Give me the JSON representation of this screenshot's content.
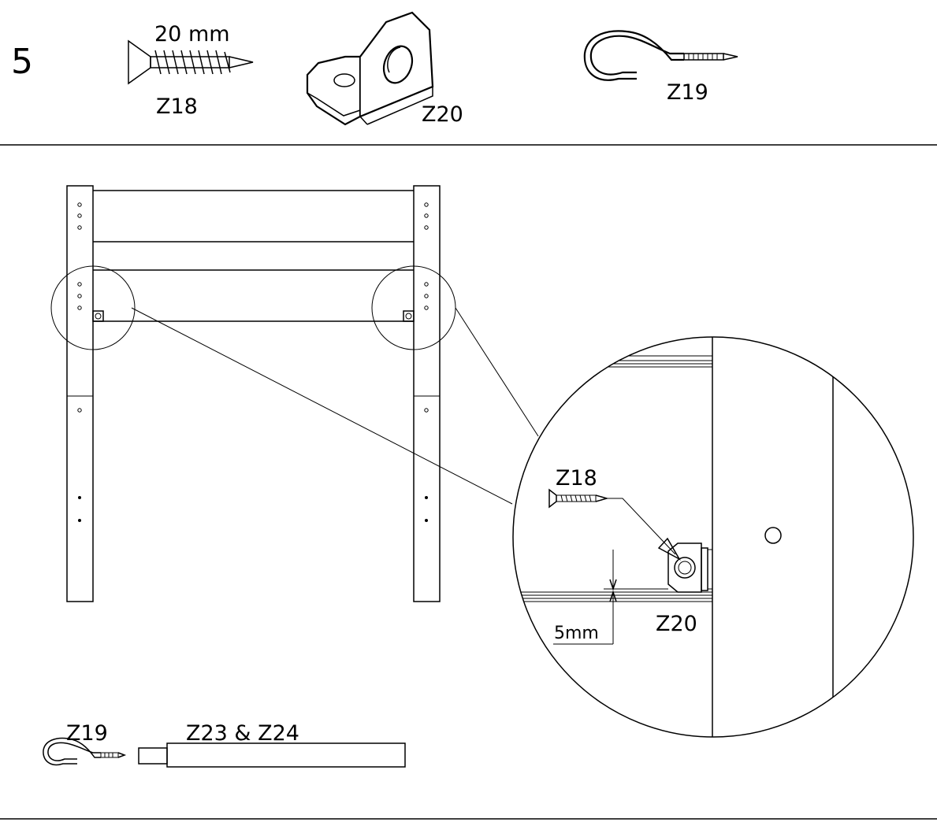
{
  "step": {
    "number": "5"
  },
  "parts": {
    "screw": {
      "size": "20  mm",
      "code": "Z18",
      "icon": "wood-screw-icon"
    },
    "bracket": {
      "code": "Z20",
      "icon": "angle-bracket-icon"
    },
    "hook": {
      "code": "Z19",
      "icon": "screw-hook-icon"
    }
  },
  "detail": {
    "screw_label": "Z18",
    "bracket_label": "Z20",
    "gap_label": "5mm"
  },
  "bottom": {
    "hook_label": "Z19",
    "rod_label": "Z23  &  Z24"
  }
}
